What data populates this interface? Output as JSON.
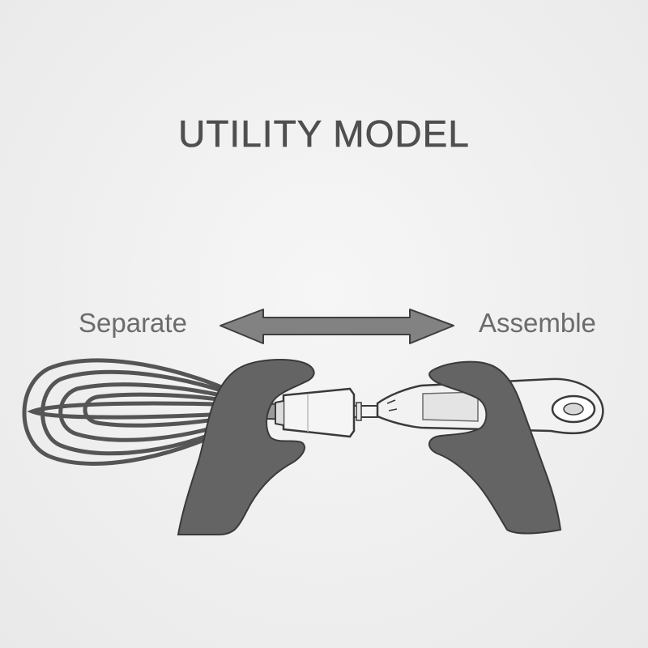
{
  "title": "UTILITY MODEL",
  "labels": {
    "separate": "Separate",
    "assemble": "Assemble"
  },
  "colors": {
    "background": "#efefef",
    "text": "#4f4f4f",
    "label": "#6b6b6b",
    "hand": "#646464",
    "outline": "#3a3a3a",
    "wire": "#555555"
  }
}
